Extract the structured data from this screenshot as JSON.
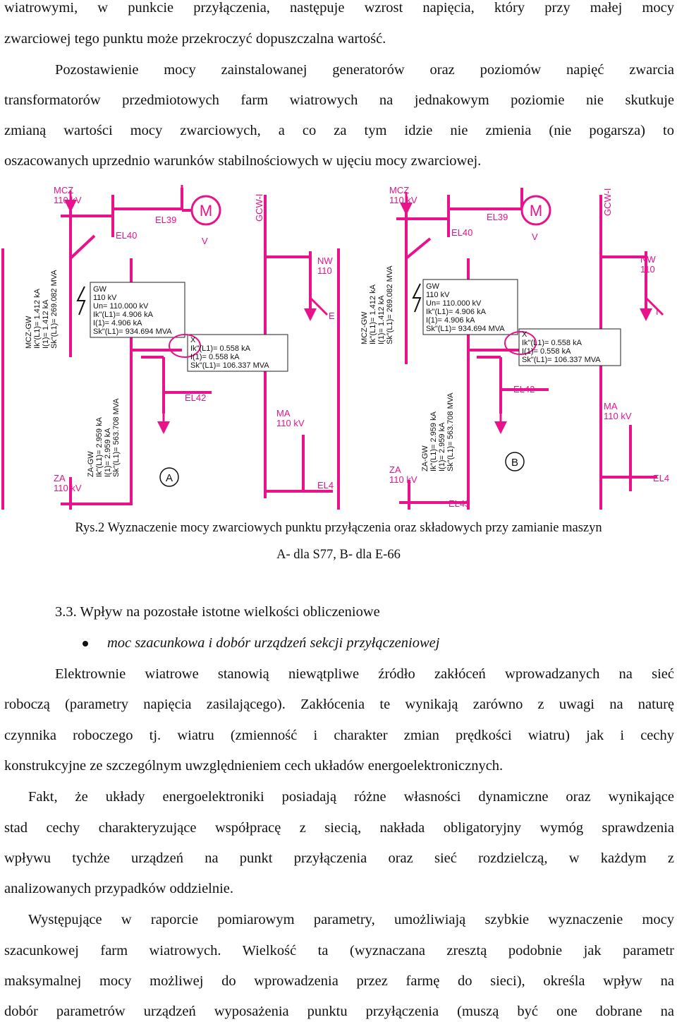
{
  "paragraph_top": [
    "wiatrowymi, w punkcie przyłączenia, następuje wzrost napięcia, który przy małej mocy",
    "zwarciowej tego punktu może przekroczyć dopuszczalna wartość."
  ],
  "paragraph_2": [
    "Pozostawienie mocy zainstalowanej generatorów oraz poziomów napięć zwarcia",
    "transformatorów przedmiotowych farm wiatrowych na jednakowym poziomie nie skutkuje",
    "zmianą wartości mocy zwarciowych, a co za tym idzie nie zmienia (nie pogarsza) to",
    "oszacowanych uprzednio warunków stabilnościowych w ujęciu mocy zwarciowej."
  ],
  "figure": {
    "panel_a": {
      "mcz": "MCZ",
      "mcz_kv": "110 kV",
      "el39": "EL39",
      "el40": "EL40",
      "motor": "M",
      "v": "V",
      "gcw": "GCW-I",
      "nw": "NW",
      "nw_kv": "110",
      "e_cut": "E",
      "mcz_gw_lines": [
        "MCZ-GW",
        "Ik\"(L1)= 1.412 kA",
        "I(1)= 1.412 kA",
        "Sk\"(L1)= 269.082 MVA"
      ],
      "gw_box": [
        "GW",
        "110 kV",
        "Un= 110.000 kV",
        "Ik\"(L1)= 4.906 kA",
        "I(1)= 4.906 kA",
        "Sk\"(L1)= 934.694 MVA"
      ],
      "x_box": [
        "X",
        "Ik\"(L1)= 0.558 kA",
        "I(1)= 0.558 kA",
        "Sk\"(L1)= 106.337 MVA"
      ],
      "el42": "EL42",
      "za_gw_lines": [
        "ZA-GW",
        "Ik\"(L1)= 2.959 kA",
        "I(1)= 2.959 kA",
        "Sk\"(L1)= 563.708 MVA"
      ],
      "ma": "MA",
      "ma_kv": "110 kV",
      "za": "ZA",
      "za_kv": "110 kV",
      "el4_cut": "EL4",
      "letter": "A"
    },
    "panel_b": {
      "mcz": "MCZ",
      "mcz_kv": "110 kV",
      "el39": "EL39",
      "el40": "EL40",
      "motor": "M",
      "v": "V",
      "gcw": "GCW-I",
      "nw": "NW",
      "nw_kv": "110",
      "e_cut": "I",
      "mcz_gw_lines": [
        "MCZ-GW",
        "Ik\"(L1)= 1.412 kA",
        "I(1)= 1.412 kA",
        "Sk\"(L1)= 269.082 MVA"
      ],
      "gw_box": [
        "GW",
        "110 kV",
        "Un= 110.000 kV",
        "Ik\"(L1)= 4.906 kA",
        "I(1)= 4.906 kA",
        "Sk\"(L1)= 934.694 MVA"
      ],
      "x_box": [
        "X",
        "Ik\"(L1)= 0.558 kA",
        "I(1)= 0.558 kA",
        "Sk\"(L1)= 106.337 MVA"
      ],
      "el42": "EL42",
      "za_gw_lines": [
        "ZA-GW",
        "Ik\"(L1)= 2.959 kA",
        "I(1)= 2.959 kA",
        "Sk\"(L1)= 563.708 MVA"
      ],
      "ma": "MA",
      "ma_kv": "110 kV",
      "za": "ZA",
      "za_kv": "110 kV",
      "el4_cut": "EL4",
      "el43": "EL43",
      "letter": "B"
    },
    "colors": {
      "line": "#e8138a",
      "text": "#111111",
      "box": "#222222"
    }
  },
  "caption": [
    "Rys.2 Wyznaczenie mocy zwarciowych punktu przyłączenia oraz składowych przy zamianie maszyn",
    "A- dla S77, B- dla E-66"
  ],
  "section": {
    "heading": "3.3. Wpływ na pozostałe istotne wielkości obliczeniowe",
    "bullet": "moc szacunkowa i dobór urządzeń sekcji przyłączeniowej"
  },
  "paragraph_3": [
    "Elektrownie wiatrowe stanowią niewątpliwe źródło zakłóceń wprowadzanych na sieć",
    "roboczą (parametry napięcia zasilającego). Zakłócenia te wynikają zarówno z uwagi na naturę",
    "czynnika roboczego tj. wiatru (zmienność i charakter zmian prędkości wiatru) jak i cechy",
    "konstrukcyjne ze szczególnym uwzględnieniem cech układów energoelektronicznych."
  ],
  "paragraph_4": [
    "Fakt, że układy energoelektroniki posiadają różne własności dynamiczne oraz wynikające",
    "stad cechy charakteryzujące współpracę z siecią, nakłada obligatoryjny wymóg sprawdzenia",
    "wpływu tychże urządzeń na punkt przyłączenia oraz sieć rozdzielczą, w każdym z",
    "analizowanych przypadków oddzielnie."
  ],
  "paragraph_5": [
    "Występujące w raporcie pomiarowym parametry, umożliwiają szybkie wyznaczenie mocy",
    "szacunkowej farm wiatrowych. Wielkość ta (wyznaczana zresztą podobnie jak parametr",
    "maksymalnej mocy możliwej do wprowadzenia przez farmę do sieci), określa wpływ na",
    "dobór parametrów urządzeń wyposażenia punktu przyłączenia (muszą być one dobrane na"
  ]
}
